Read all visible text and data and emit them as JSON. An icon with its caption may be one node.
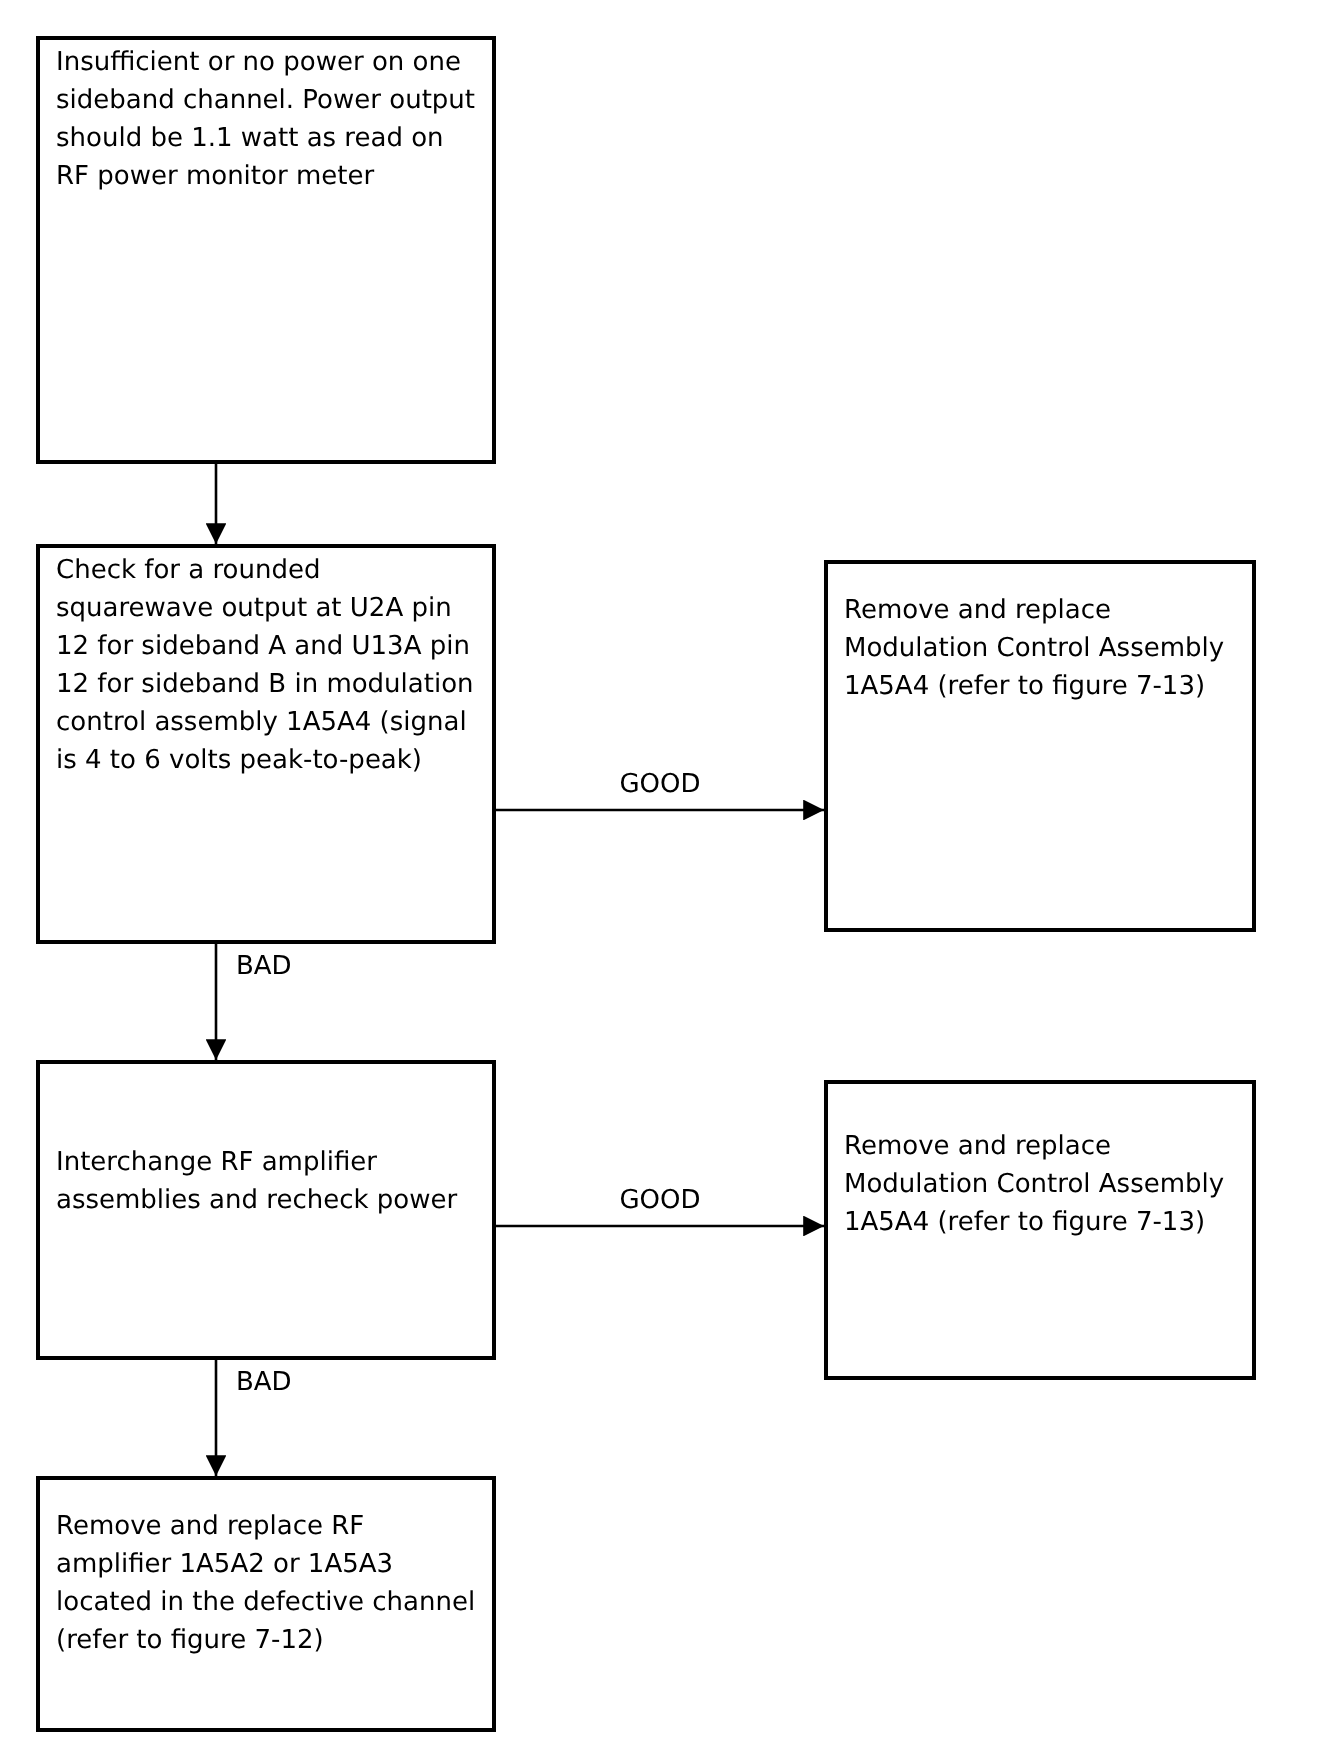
{
  "diagram": {
    "nodes": [
      {
        "text": [
          "Insufficient or no power on one sideband channel. Power output should be 1.1 watt as read on RF power monitor meter"
        ]
      },
      {
        "text": [
          "Check for a rounded squarewave output at U2A pin 12 for sideband A and U13A pin 12 for sideband B in modulation control assembly 1A5A4 (signal is 4 to 6 volts peak-to-peak)"
        ]
      },
      {
        "text": [
          "Remove and replace Modulation Control Assembly 1A5A4 (refer to figure 7-13)"
        ]
      },
      {
        "text": [
          "Interchange RF amplifier assemblies and recheck power"
        ]
      },
      {
        "text": [
          "Remove and replace Modulation Control Assembly 1A5A4 (refer to figure 7-13)"
        ]
      },
      {
        "text": [
          "Remove and replace RF amplifier 1A5A2 or 1A5A3 located in the defective channel (refer to figure 7-12)"
        ]
      }
    ],
    "edges": [
      {
        "from": 0,
        "to": 1,
        "arrow": "to"
      },
      {
        "from": 1,
        "to": 2,
        "arrow": "to",
        "label": "GOOD"
      },
      {
        "from": 1,
        "to": 3,
        "arrow": "to",
        "label": "BAD"
      },
      {
        "from": 3,
        "to": 4,
        "arrow": "to",
        "label": "GOOD"
      },
      {
        "from": 3,
        "to": 5,
        "arrow": "to",
        "label": "BAD"
      }
    ]
  }
}
